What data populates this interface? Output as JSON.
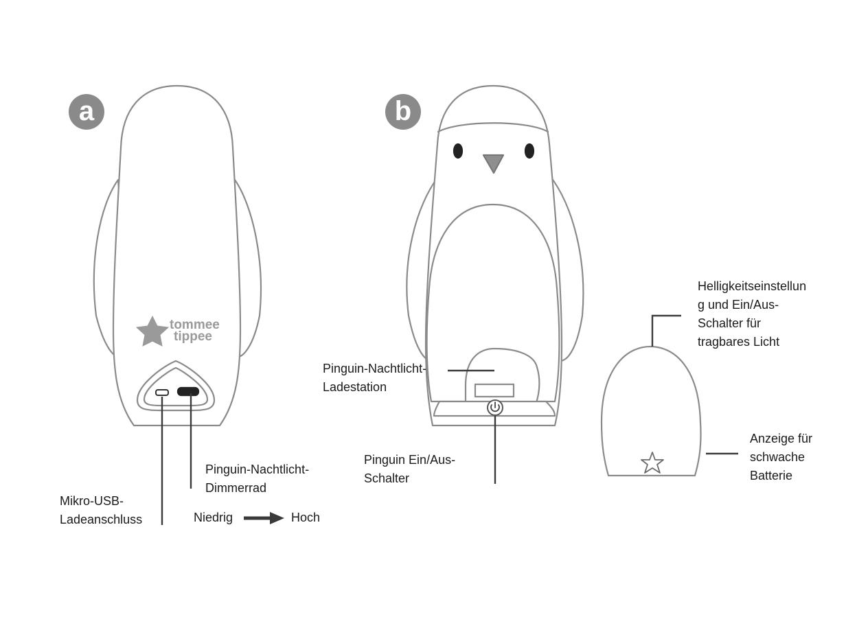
{
  "badges": {
    "a": "a",
    "b": "b"
  },
  "logo": {
    "line1": "tommee",
    "line2": "tippee",
    "icon": "star-logo-icon"
  },
  "labels": {
    "usb_port": [
      "Mikro-USB-",
      "Ladeanschluss"
    ],
    "dimmer": [
      "Pinguin-Nachtlicht-",
      "Dimmerrad"
    ],
    "scale_low": "Niedrig",
    "scale_high": "Hoch",
    "charging_station": [
      "Pinguin-Nachtlicht-",
      "Ladestation"
    ],
    "power_switch": [
      "Pinguin Ein/Aus-",
      "Schalter"
    ],
    "portable_light": [
      "Helligkeitseinstellun",
      "g und Ein/Aus-",
      "Schalter für",
      "tragbares Licht"
    ],
    "low_battery": [
      "Anzeige für",
      "schwache",
      "Batterie"
    ]
  },
  "colors": {
    "outline": "#8a8a8a",
    "badge": "#8a8a8a",
    "leader_line": "#3a3a3a",
    "beak": "#8f8f8f"
  }
}
